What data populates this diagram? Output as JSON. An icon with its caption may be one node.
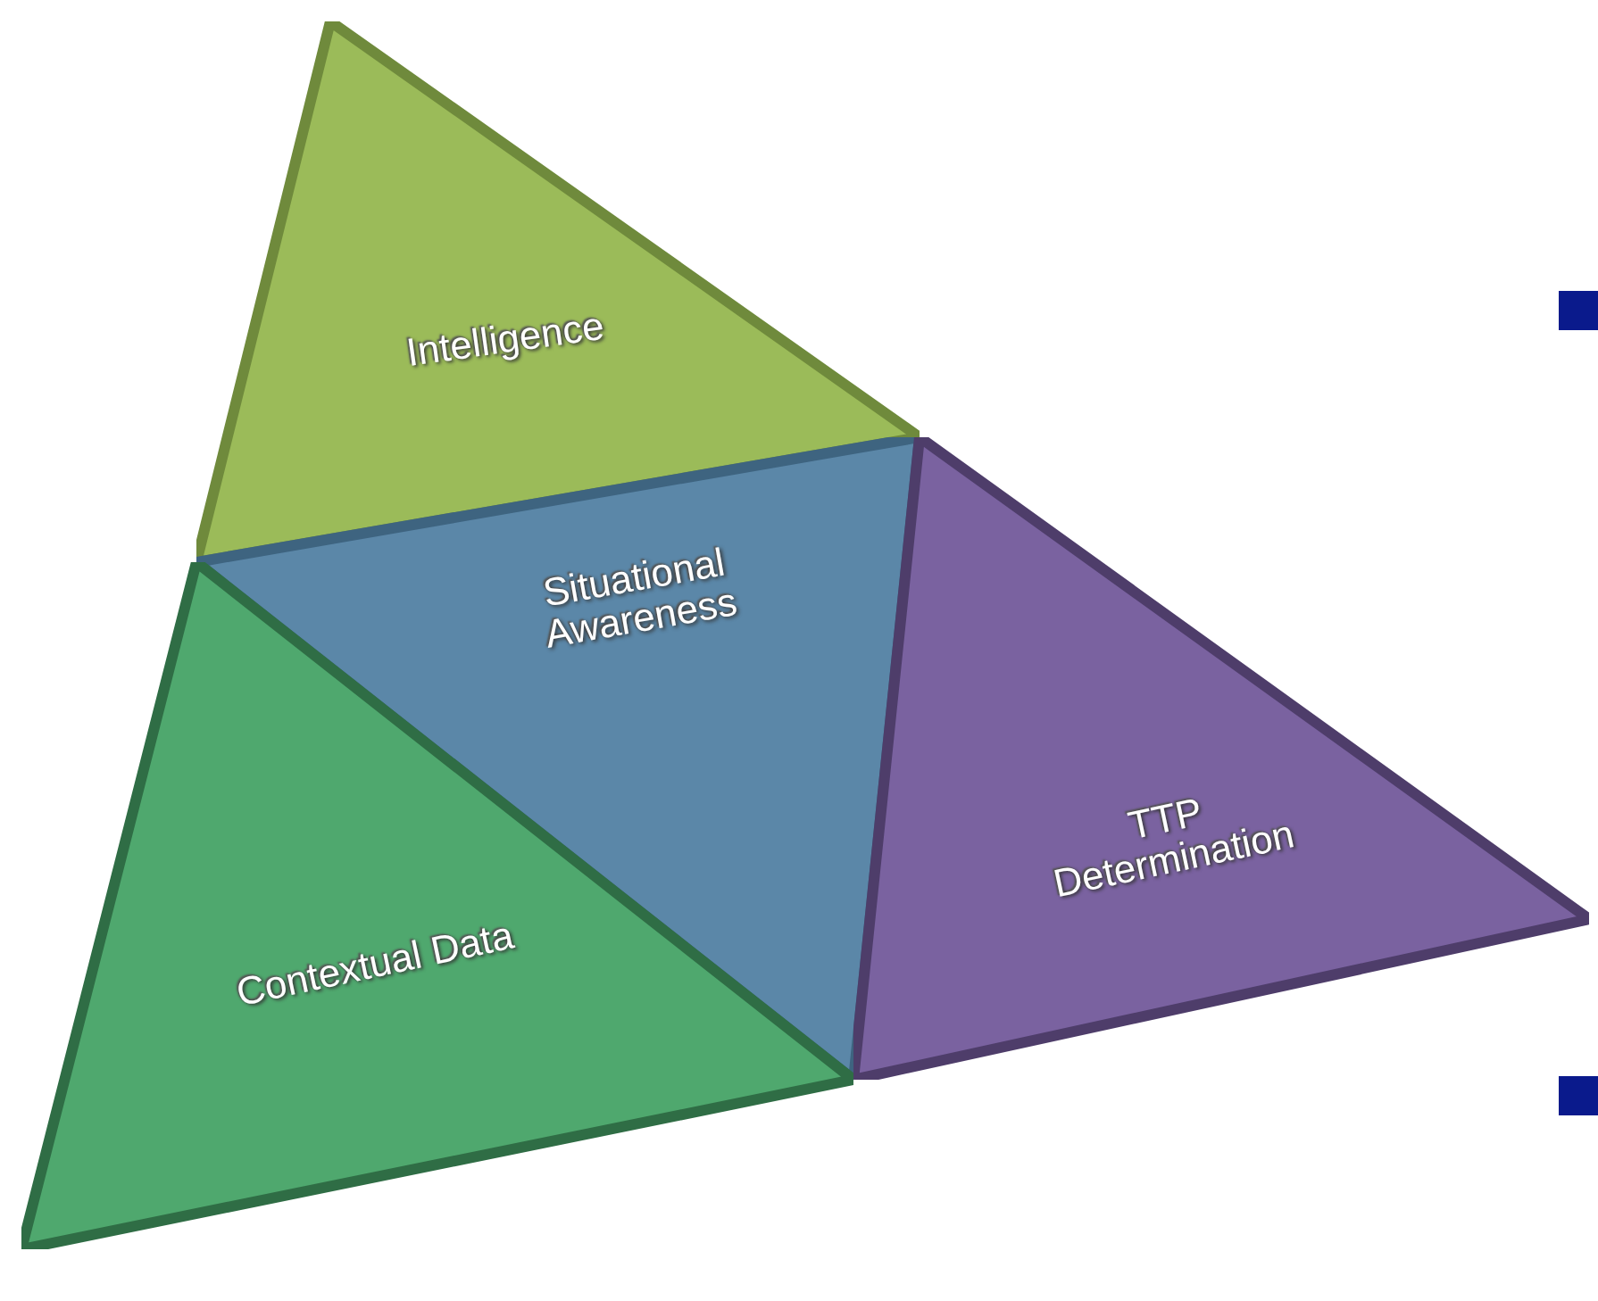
{
  "diagram": {
    "nodes": [
      {
        "text": [
          "Intelligence"
        ]
      },
      {
        "text": [
          "Situational Awareness"
        ]
      },
      {
        "text": [
          "TTP Determination"
        ]
      },
      {
        "text": [
          "Contextual Data"
        ]
      }
    ]
  }
}
